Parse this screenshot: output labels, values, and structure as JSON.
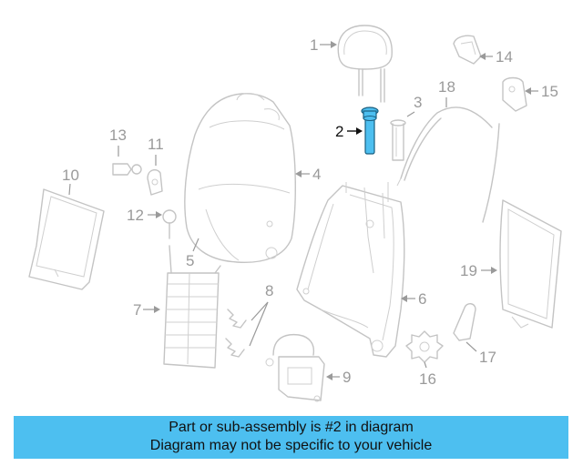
{
  "diagram": {
    "callouts": [
      "1",
      "2",
      "3",
      "4",
      "5",
      "6",
      "7",
      "8",
      "9",
      "10",
      "11",
      "12",
      "13",
      "14",
      "15",
      "16",
      "17",
      "18",
      "19"
    ],
    "highlight_part": "2",
    "highlight_color": "#4dbff0",
    "line_color": "#c4c4c4"
  },
  "banner": {
    "line1": "Part or sub-assembly is #2 in diagram",
    "line2": "Diagram may not be specific to your vehicle",
    "color": "#4dbff0"
  }
}
